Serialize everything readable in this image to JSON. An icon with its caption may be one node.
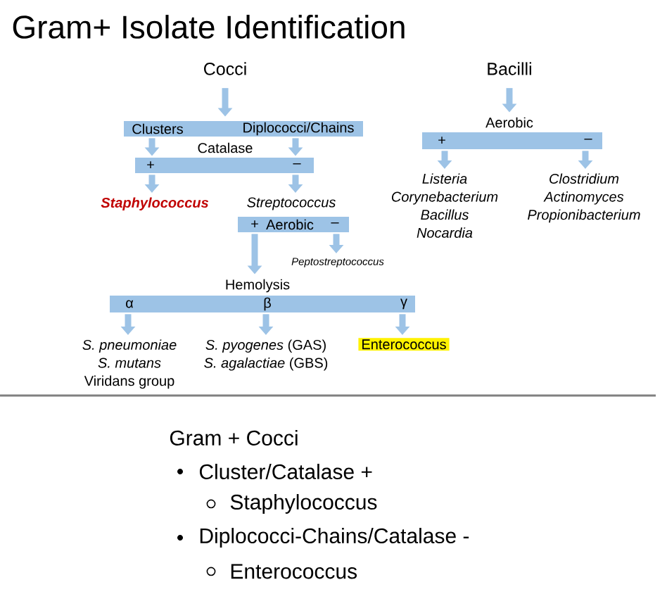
{
  "diagram": {
    "title": "Gram+ Isolate Identification",
    "nodes": [
      {
        "text": [
          "Cocci"
        ]
      },
      {
        "text": [
          "Clusters",
          "Diplococci/Chains"
        ]
      },
      {
        "text": [
          "Catalase",
          "+",
          "–"
        ]
      },
      {
        "text": [
          "Staphylococcus"
        ]
      },
      {
        "text": [
          "Streptococcus"
        ]
      },
      {
        "text": [
          "+",
          "Aerobic",
          "–"
        ]
      },
      {
        "text": [
          "Peptostreptococcus"
        ]
      },
      {
        "text": [
          "Hemolysis",
          "α",
          "β",
          "γ"
        ]
      },
      {
        "text": [
          "S. pneumoniae",
          "S. mutans",
          "Viridans group"
        ]
      },
      {
        "text": [
          "*S. pyogenes* (GAS)",
          "*S. agalactiae* (GBS)"
        ]
      },
      {
        "text": [
          "Enterococcus"
        ]
      },
      {
        "text": [
          "Bacilli"
        ]
      },
      {
        "text": [
          "Aerobic",
          "+",
          "–"
        ]
      },
      {
        "text": [
          "Listeria",
          "Corynebacterium",
          "Bacillus",
          "Nocardia"
        ]
      },
      {
        "text": [
          "Clostridium",
          "Actinomyces",
          "Propionibacterium"
        ]
      }
    ],
    "edges": [
      {
        "from": 0,
        "to": 1,
        "arrow": "to"
      },
      {
        "from": 1,
        "to": 2,
        "arrow": "to"
      },
      {
        "from": 1,
        "to": 2,
        "arrow": "to"
      },
      {
        "from": 2,
        "to": 3,
        "arrow": "to"
      },
      {
        "from": 2,
        "to": 4,
        "arrow": "to"
      },
      {
        "from": 5,
        "to": 7,
        "arrow": "to"
      },
      {
        "from": 5,
        "to": 6,
        "arrow": "to"
      },
      {
        "from": 7,
        "to": 8,
        "arrow": "to"
      },
      {
        "from": 7,
        "to": 9,
        "arrow": "to"
      },
      {
        "from": 7,
        "to": 10,
        "arrow": "to"
      },
      {
        "from": 11,
        "to": 12,
        "arrow": "to"
      },
      {
        "from": 12,
        "to": 13,
        "arrow": "to"
      },
      {
        "from": 12,
        "to": 14,
        "arrow": "to"
      }
    ],
    "labels": [
      "Gram + Cocci",
      "Cluster/Catalase +",
      "Staphylococcus",
      "Diplococci-Chains/Catalase -",
      "Enterococcus"
    ]
  }
}
